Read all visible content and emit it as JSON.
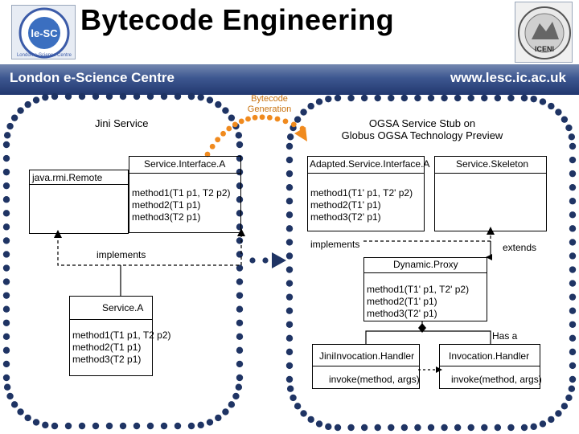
{
  "slide": {
    "title": "Bytecode Engineering",
    "banner_left": "London e-Science Centre",
    "banner_right": "www.lesc.ic.ac.uk",
    "logo_left_text": "London e-Science Centre",
    "logo_left_mark": "le-SC",
    "logo_right_text": "ICENI"
  },
  "diagram": {
    "bytecode_generation": [
      "Bytecode",
      "Generation"
    ],
    "jini_service_title": "Jini Service",
    "ogsa_title": [
      "OGSA Service Stub on",
      "Globus OGSA Technology Preview"
    ],
    "service_interface_a": "Service.Interface.A",
    "java_rmi_remote": "java.rmi.Remote",
    "interface_methods": [
      "method1(T1 p1,  T2 p2)",
      "method2(T1 p1)",
      "method3(T2 p1)"
    ],
    "implements_left": "implements",
    "service_a": "Service.A",
    "service_a_methods": [
      "method1(T1 p1,  T2 p2)",
      "method2(T1 p1)",
      "method3(T2 p1)"
    ],
    "adapted_service_interface_a": "Adapted.Service.Interface.A",
    "adapted_methods": [
      "method1(T1' p1,  T2' p2)",
      "method2(T1' p1)",
      "method3(T2' p1)"
    ],
    "service_skeleton": "Service.Skeleton",
    "implements_right": "implements",
    "extends": "extends",
    "dynamic_proxy": "Dynamic.Proxy",
    "dynamic_proxy_methods": [
      "method1(T1' p1,  T2' p2)",
      "method2(T1' p1)",
      "method3(T2' p1)"
    ],
    "has_a": "Has a",
    "jini_invocation_handler": "JiniInvocation.Handler",
    "jini_invoke": "invoke(method, args)",
    "invocation_handler": "Invocation.Handler",
    "invoke": "invoke(method, args)"
  },
  "colors": {
    "banner": "#2b4278",
    "dot_border": "#1f3464",
    "generation_dots": "#f08a1e"
  }
}
